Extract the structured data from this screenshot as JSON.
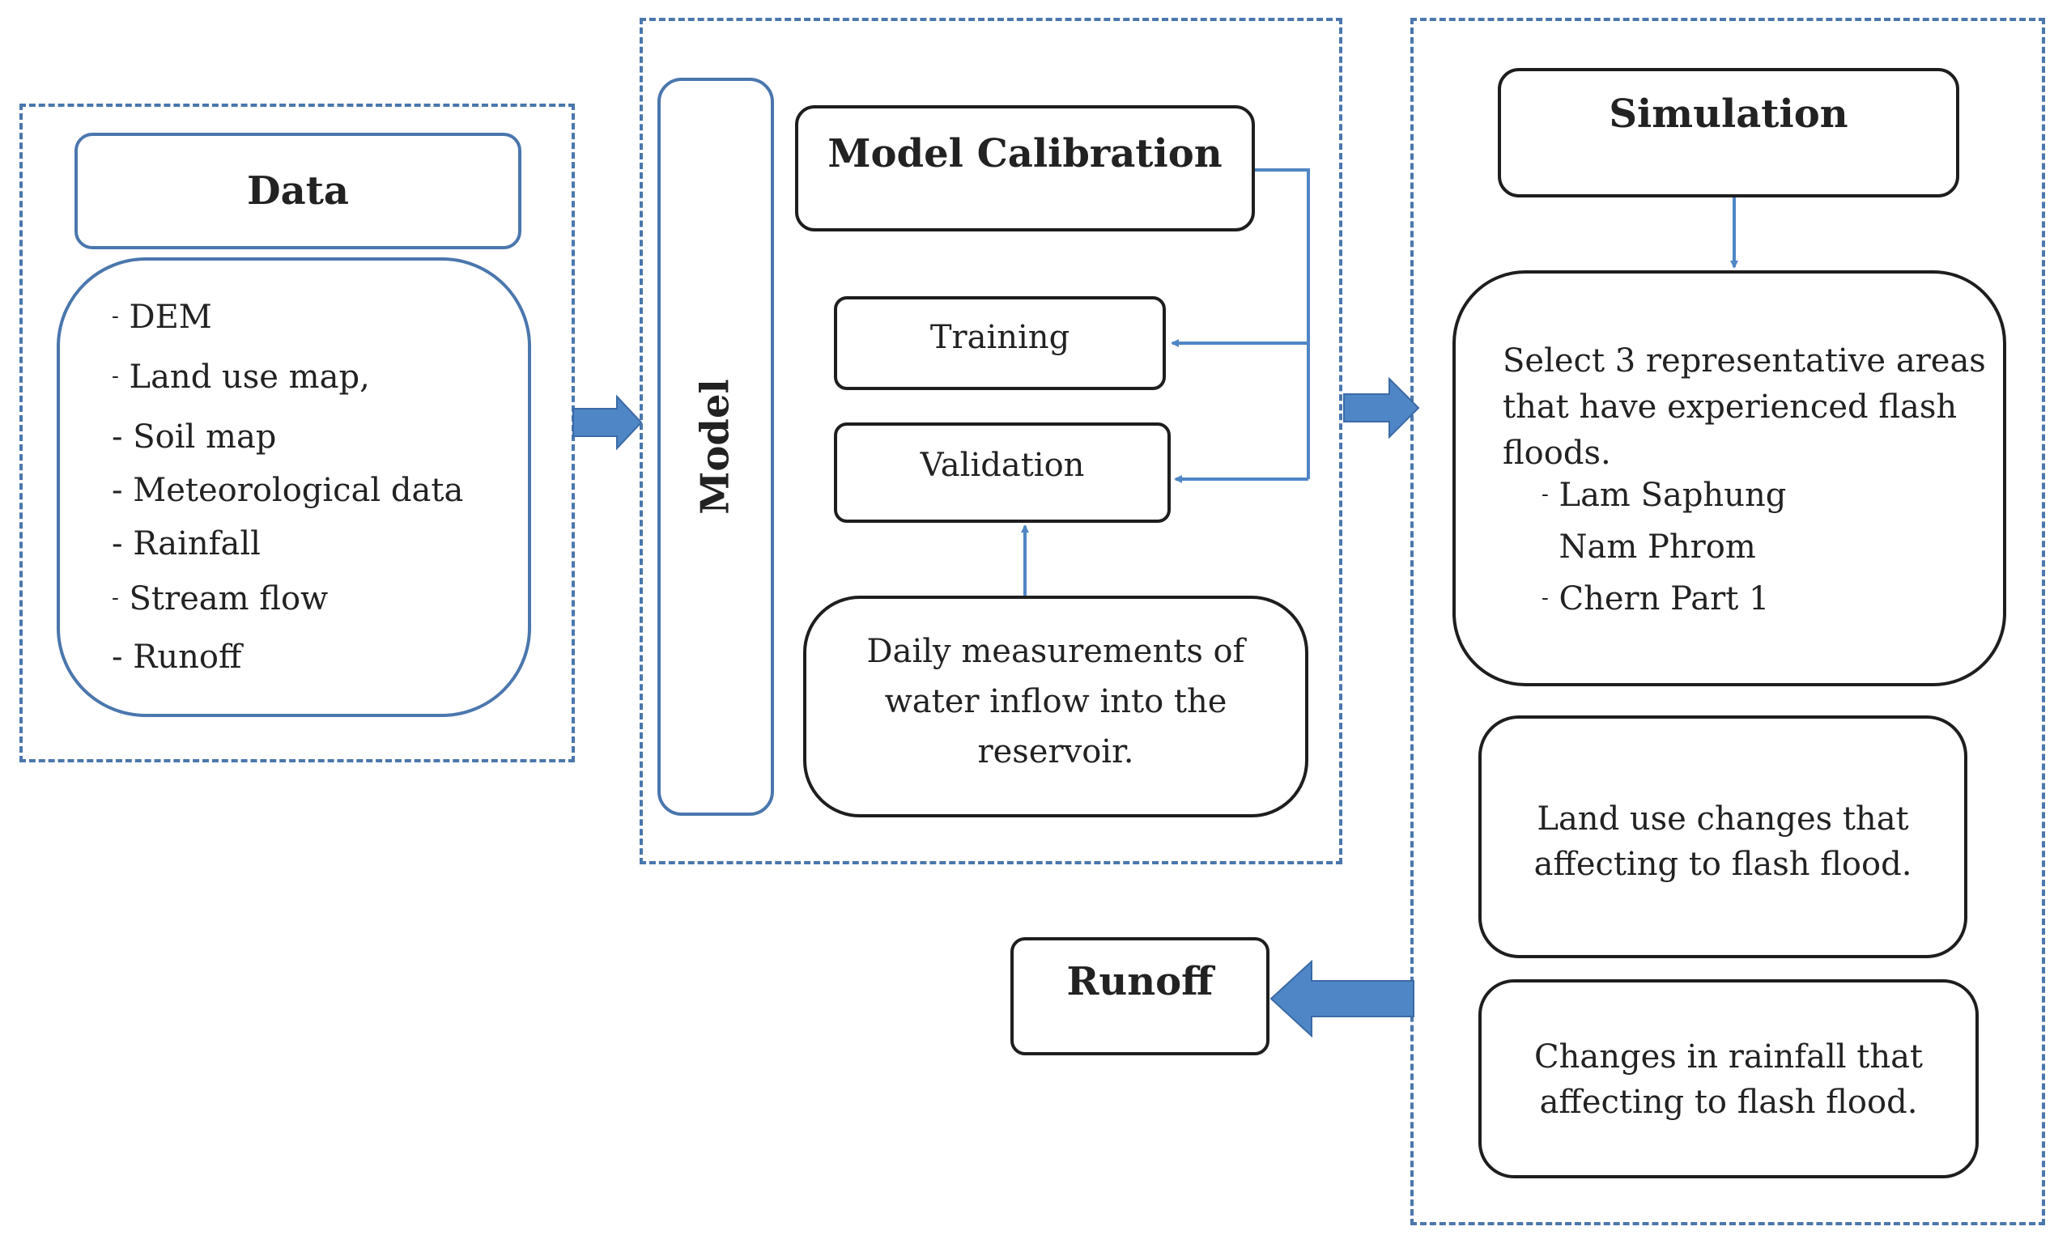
{
  "data_panel": {
    "title": "Data",
    "items": [
      {
        "dash": "-",
        "text": "DEM"
      },
      {
        "dash": "-",
        "text": "Land use map,"
      },
      {
        "dash": "-",
        "text": "Soil map"
      },
      {
        "dash": "-",
        "text": "Meteorological data"
      },
      {
        "dash": "-",
        "text": "Rainfall"
      },
      {
        "dash": "-",
        "text": "Stream flow"
      },
      {
        "dash": "-",
        "text": "Runoff"
      }
    ]
  },
  "model_panel": {
    "model_label": "Model",
    "calibration": "Model Calibration",
    "training": "Training",
    "validation": "Validation",
    "measurements_lines": [
      "Daily measurements of",
      "water inflow into the",
      "reservoir."
    ]
  },
  "simulation_panel": {
    "title": "Simulation",
    "select_lines": [
      "Select 3 representative areas",
      "that have experienced flash",
      "floods."
    ],
    "areas": [
      {
        "dash": "-",
        "text": "Lam Saphung"
      },
      {
        "dash": "-",
        "text": "Nam Phrom"
      },
      {
        "dash": "-",
        "text": "Chern Part 1"
      }
    ],
    "land_use_lines": [
      "Land use changes that",
      "affecting to flash flood."
    ],
    "rainfall_lines": [
      "Changes in rainfall that",
      "affecting to flash flood."
    ]
  },
  "output": {
    "runoff": "Runoff"
  },
  "colors": {
    "accent_blue": "#4a77ad",
    "arrow_fill": "#4f86c6",
    "box_border": "#1e1e1e"
  }
}
